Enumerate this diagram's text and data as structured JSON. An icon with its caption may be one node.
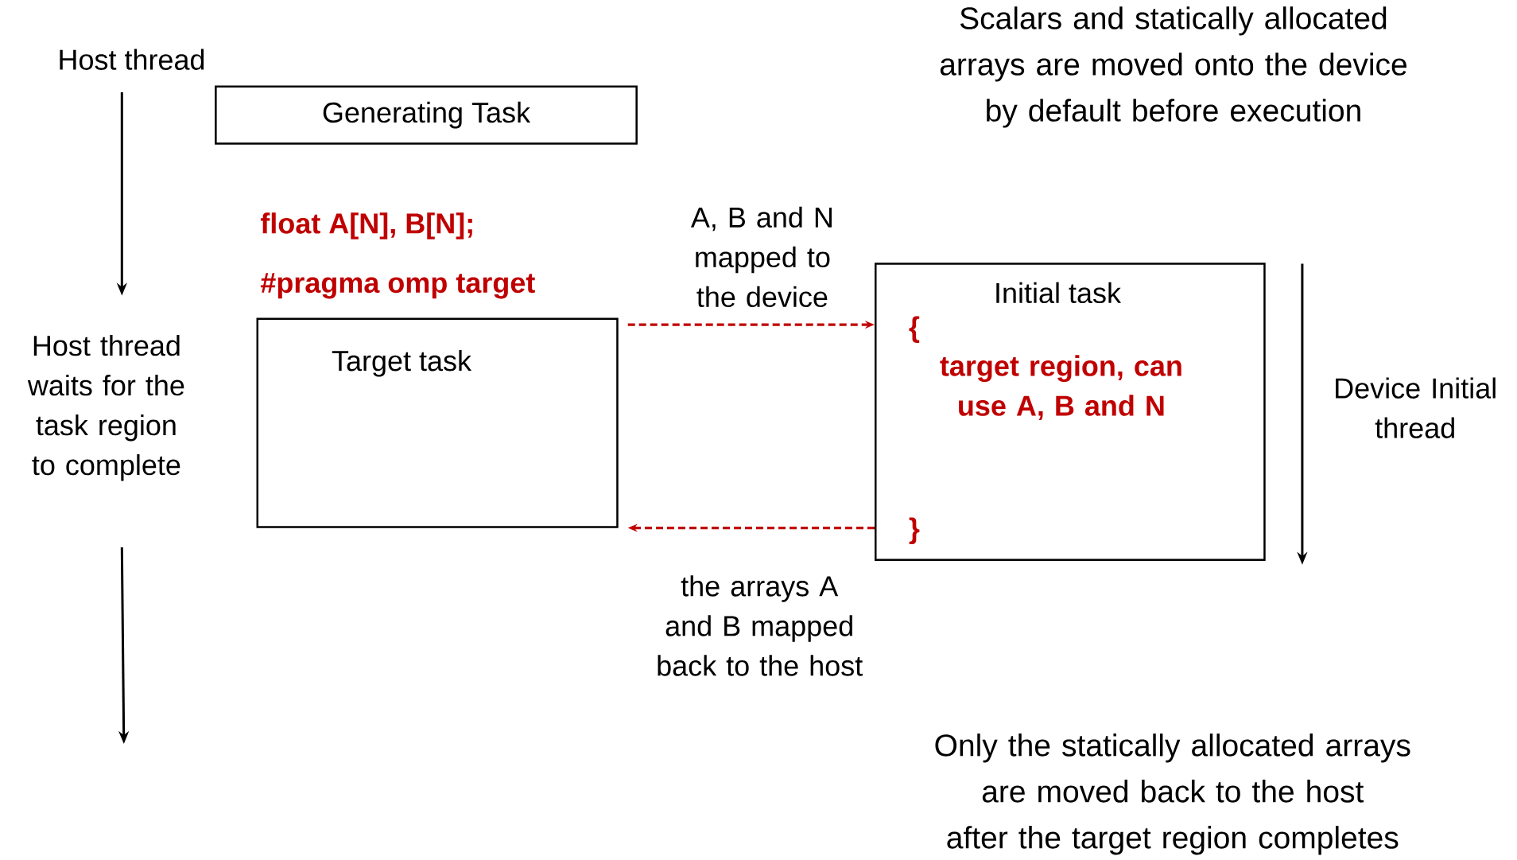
{
  "diagram": {
    "nodes": [
      {
        "text": [
          "Generating Task"
        ]
      },
      {
        "text": [
          "Target task"
        ]
      },
      {
        "text": [
          "Initial task",
          "{",
          "target region, can use A, B and N",
          "}"
        ]
      }
    ],
    "edges": [
      {
        "from": 1,
        "to": 2,
        "arrow": "to",
        "label": "A, B and N mapped to the device",
        "style": "dashed",
        "color": "#c00000"
      },
      {
        "from": 2,
        "to": 1,
        "arrow": "to",
        "label": "the arrays A and B mapped back to the host",
        "style": "dashed",
        "color": "#c00000"
      }
    ],
    "labels": [
      "Scalars and statically allocated arrays are moved onto the device by default before execution",
      "Host thread",
      "float A[N], B[N];",
      "#pragma omp target",
      "Host thread waits for the task region to complete",
      "Device Initial thread",
      "Only the statically allocated arrays are moved back to the host after the target region completes"
    ]
  }
}
